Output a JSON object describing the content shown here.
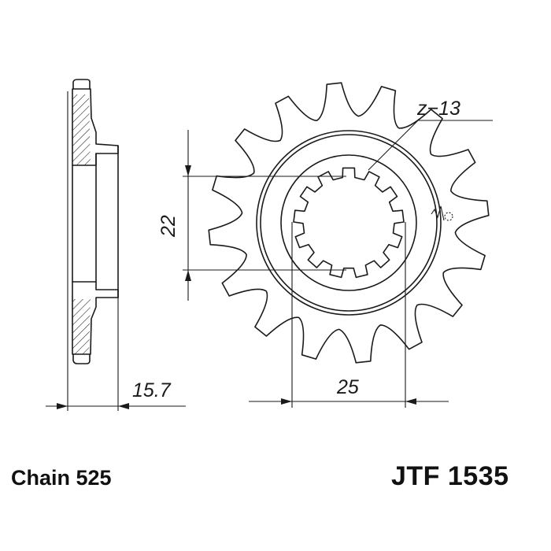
{
  "diagram": {
    "teeth_label": "z−13",
    "spline_dimension": "22",
    "bore_dimension": "25",
    "offset_dimension": "15.7"
  },
  "footer": {
    "chain_label": "Chain 525",
    "part_number": "JTF 1535"
  },
  "colors": {
    "ink": "#1a1a1a",
    "background": "#ffffff"
  }
}
